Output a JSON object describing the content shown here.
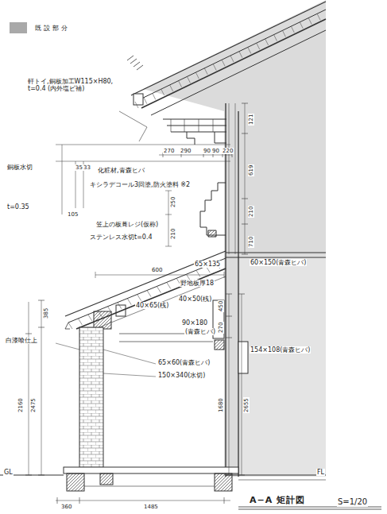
{
  "diagram": {
    "title": "A−A 矩計図",
    "labels": [
      "軒トイ,銅板加工W115×H80, t=0.4 (内外塩ビ補)",
      "270",
      "290",
      "90",
      "90",
      "220",
      "121",
      "619",
      "210",
      "710",
      "銅板水切",
      "t=0.35",
      "35",
      "33",
      "105",
      "化粧材,青森ヒバ",
      "キシラデコール3回塗,防火塗料 ※2",
      "笠上の板葺レジ(仮称)",
      "ステンレス水切t=0.4",
      "250",
      "210",
      "60×150(青森ヒバ)",
      "600",
      "65×135",
      "野地板厚18",
      "40×65(桟)",
      "40×50(桟)",
      "90×180",
      "(青森ヒバ)",
      "154×108(青森ヒバ)",
      "65×60(青森ヒバ)",
      "150×340(水切)",
      "白漆喰仕上",
      "385",
      "2160",
      "2475",
      "450",
      "270",
      "1680",
      "2655",
      "GL",
      "FL",
      "360",
      "1485",
      "S=1/20"
    ],
    "legend": [
      {
        "text": "既設部分",
        "color": "#a9a9a9"
      }
    ]
  }
}
